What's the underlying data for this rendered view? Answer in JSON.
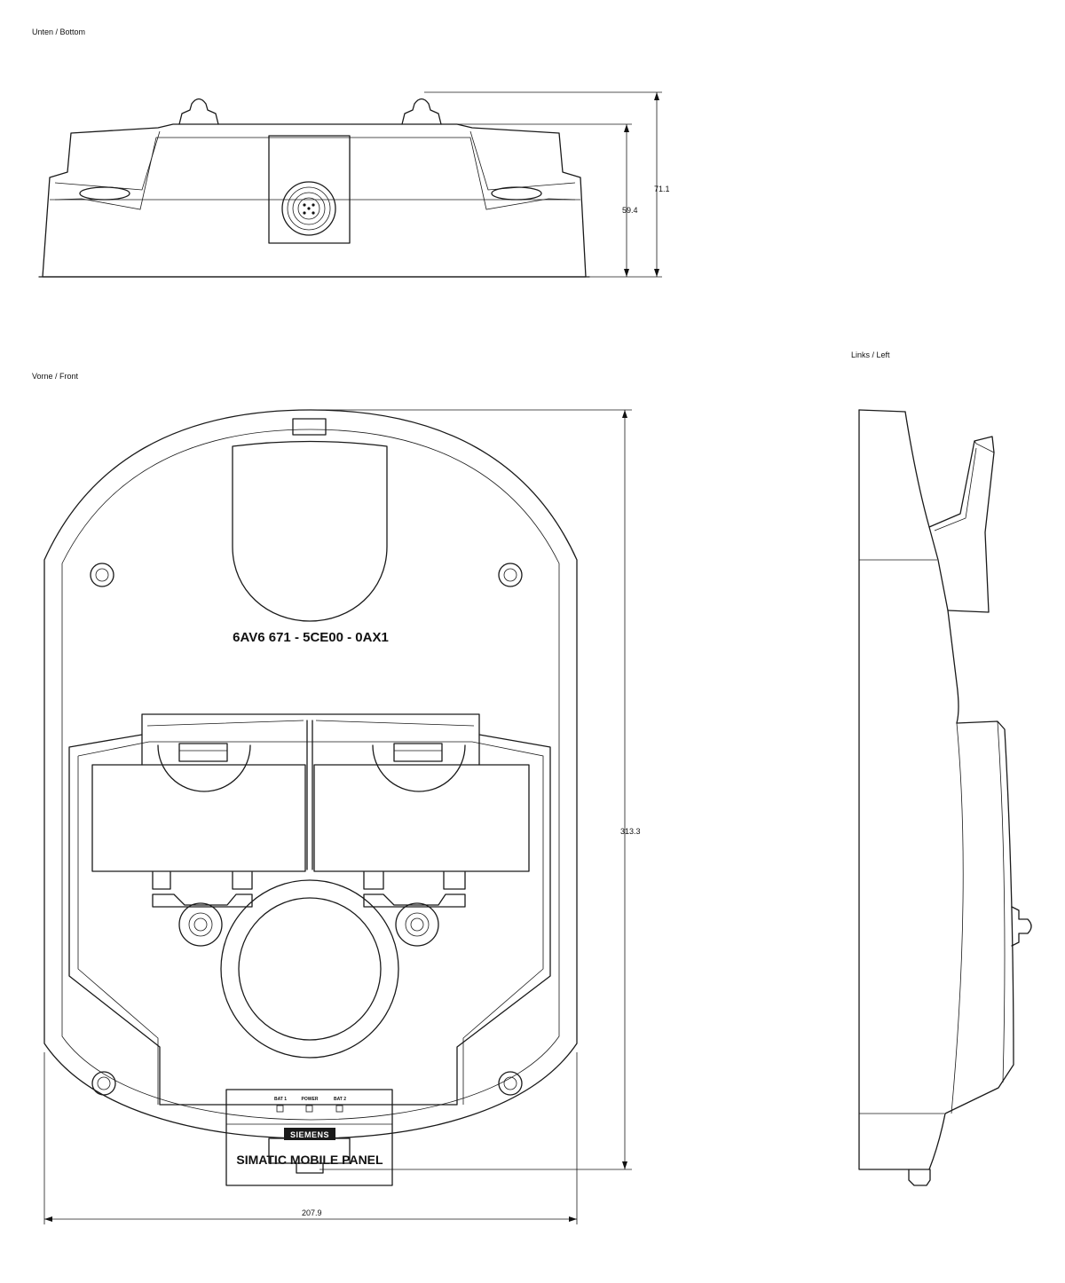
{
  "views": {
    "bottom": {
      "label": "Unten / Bottom"
    },
    "front": {
      "label": "Vorne / Front"
    },
    "left": {
      "label": "Links / Left"
    }
  },
  "dimensions": {
    "height_bottom_body": "59.4",
    "height_bottom_total": "71.1",
    "height_front": "313.3",
    "width_front": "207.9"
  },
  "product": {
    "order_number": "6AV6 671 - 5CE00 - 0AX1",
    "brand": "SIEMENS",
    "name": "SIMATIC MOBILE PANEL",
    "leds": [
      "BAT 1",
      "POWER",
      "BAT 2"
    ]
  }
}
